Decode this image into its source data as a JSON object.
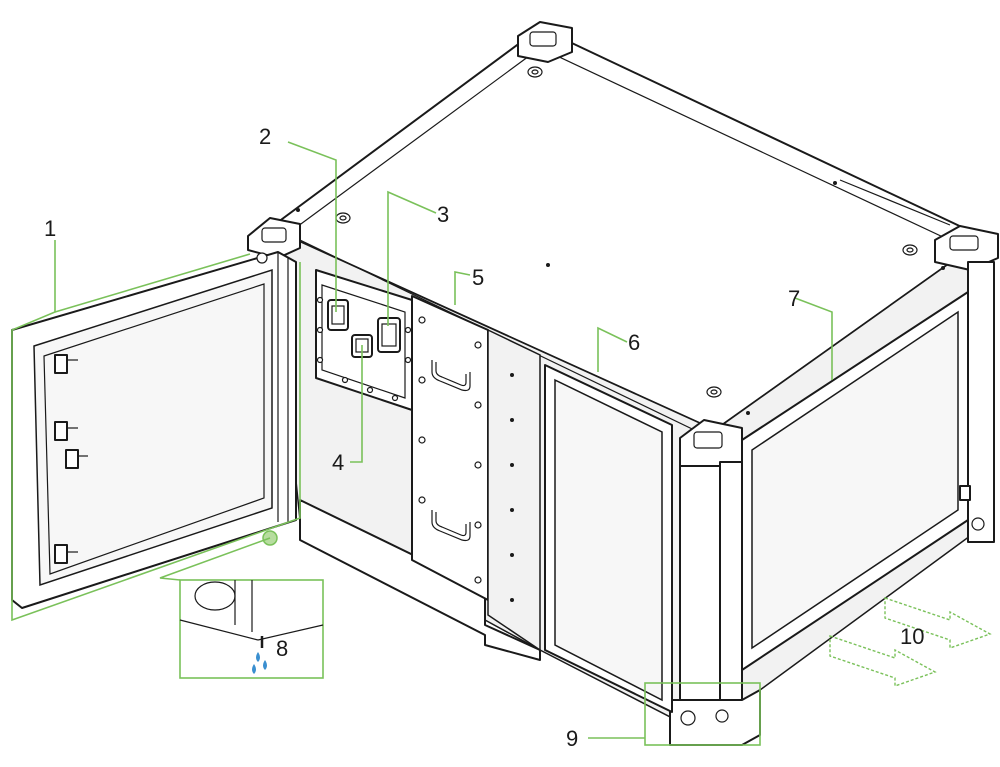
{
  "colors": {
    "line": "#1a1a1a",
    "leader": "#7ac15a",
    "droplet": "#3a8fd0",
    "background": "#ffffff"
  },
  "callouts": [
    {
      "id": "1",
      "label": "1"
    },
    {
      "id": "2",
      "label": "2"
    },
    {
      "id": "3",
      "label": "3"
    },
    {
      "id": "4",
      "label": "4"
    },
    {
      "id": "5",
      "label": "5"
    },
    {
      "id": "6",
      "label": "6"
    },
    {
      "id": "7",
      "label": "7"
    },
    {
      "id": "8",
      "label": "8"
    },
    {
      "id": "9",
      "label": "9"
    },
    {
      "id": "10",
      "label": "10"
    }
  ]
}
